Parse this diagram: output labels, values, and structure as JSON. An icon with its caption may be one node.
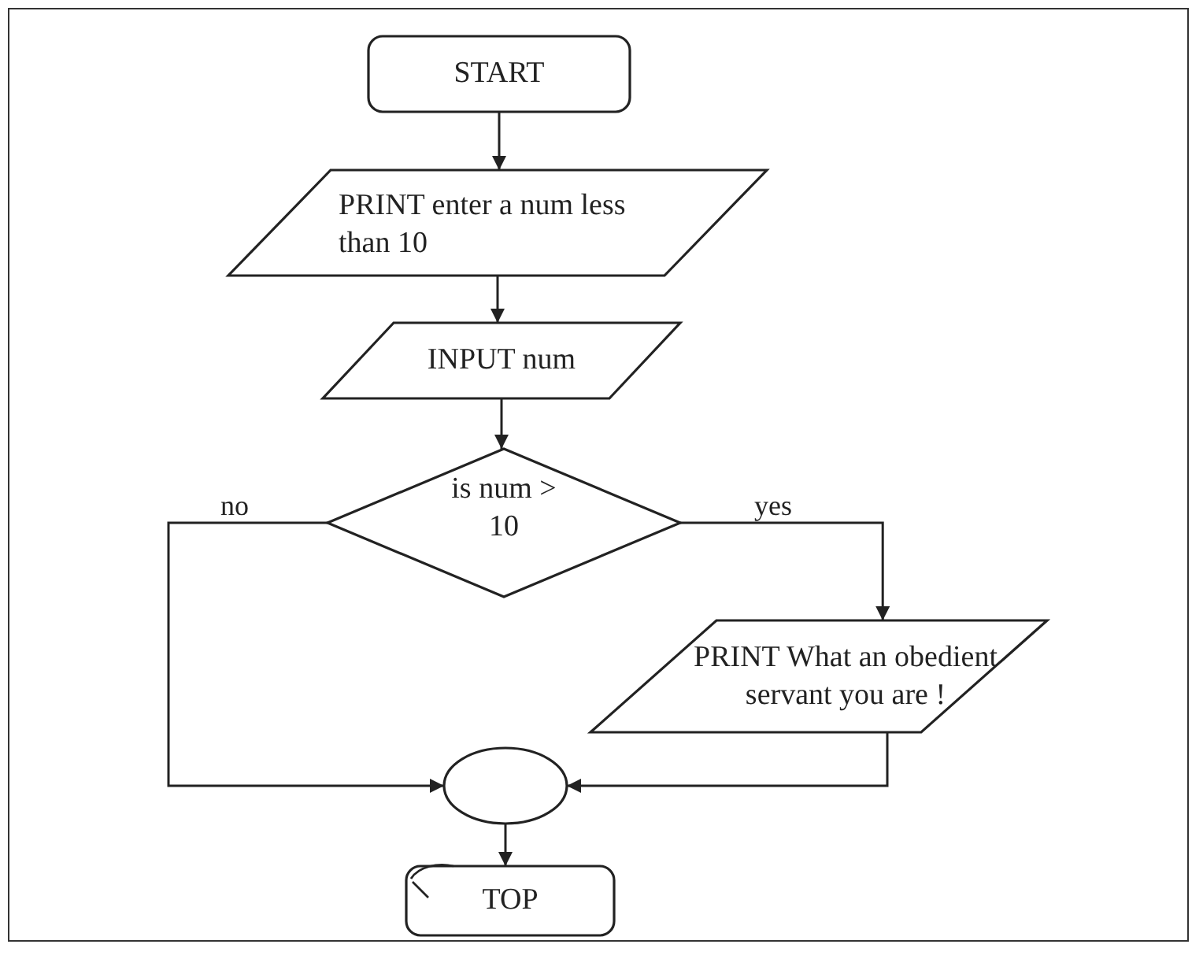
{
  "diagram": {
    "nodes": [
      {
        "text": [
          "START"
        ]
      },
      {
        "text": [
          "PRINT enter a num less than 10"
        ]
      },
      {
        "text": [
          "INPUT num"
        ]
      },
      {
        "text": [
          "is num > 10"
        ]
      },
      {
        "text": [
          "PRINT What an obedient servant you are !"
        ]
      },
      {
        "text": [],
        "shape": "circle"
      },
      {
        "text": [
          "TOP"
        ]
      }
    ],
    "edges": [
      {
        "from": 0,
        "to": 1,
        "arrow": "to"
      },
      {
        "from": 1,
        "to": 2,
        "arrow": "to"
      },
      {
        "from": 2,
        "to": 3,
        "arrow": "to"
      },
      {
        "from": 3,
        "to": 4,
        "arrow": "to",
        "label": "yes"
      },
      {
        "from": 3,
        "to": 5,
        "arrow": "to",
        "label": "no"
      },
      {
        "from": 4,
        "to": 5,
        "arrow": "to"
      },
      {
        "from": 5,
        "to": 6,
        "arrow": "to"
      }
    ]
  }
}
